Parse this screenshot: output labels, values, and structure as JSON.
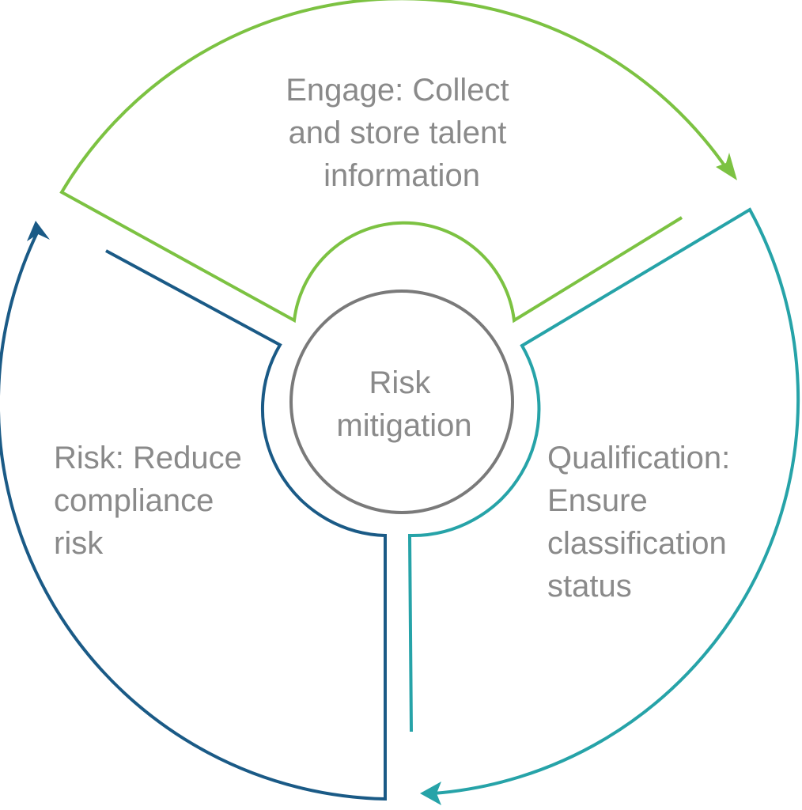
{
  "diagram": {
    "center": {
      "lines": [
        "Risk",
        "mitigation"
      ]
    },
    "segments": [
      {
        "id": "engage",
        "lines": [
          "Engage: Collect",
          "and store talent",
          "information"
        ],
        "color": "#7cc242"
      },
      {
        "id": "qualification",
        "lines": [
          "Qualification:",
          "Ensure",
          "classification",
          "status"
        ],
        "color": "#26a3a8"
      },
      {
        "id": "risk",
        "lines": [
          "Risk: Reduce",
          "compliance",
          "risk"
        ],
        "color": "#1a5a86"
      }
    ],
    "center_circle_color": "#7a7a7a",
    "text_color": "#8a8a8a"
  }
}
